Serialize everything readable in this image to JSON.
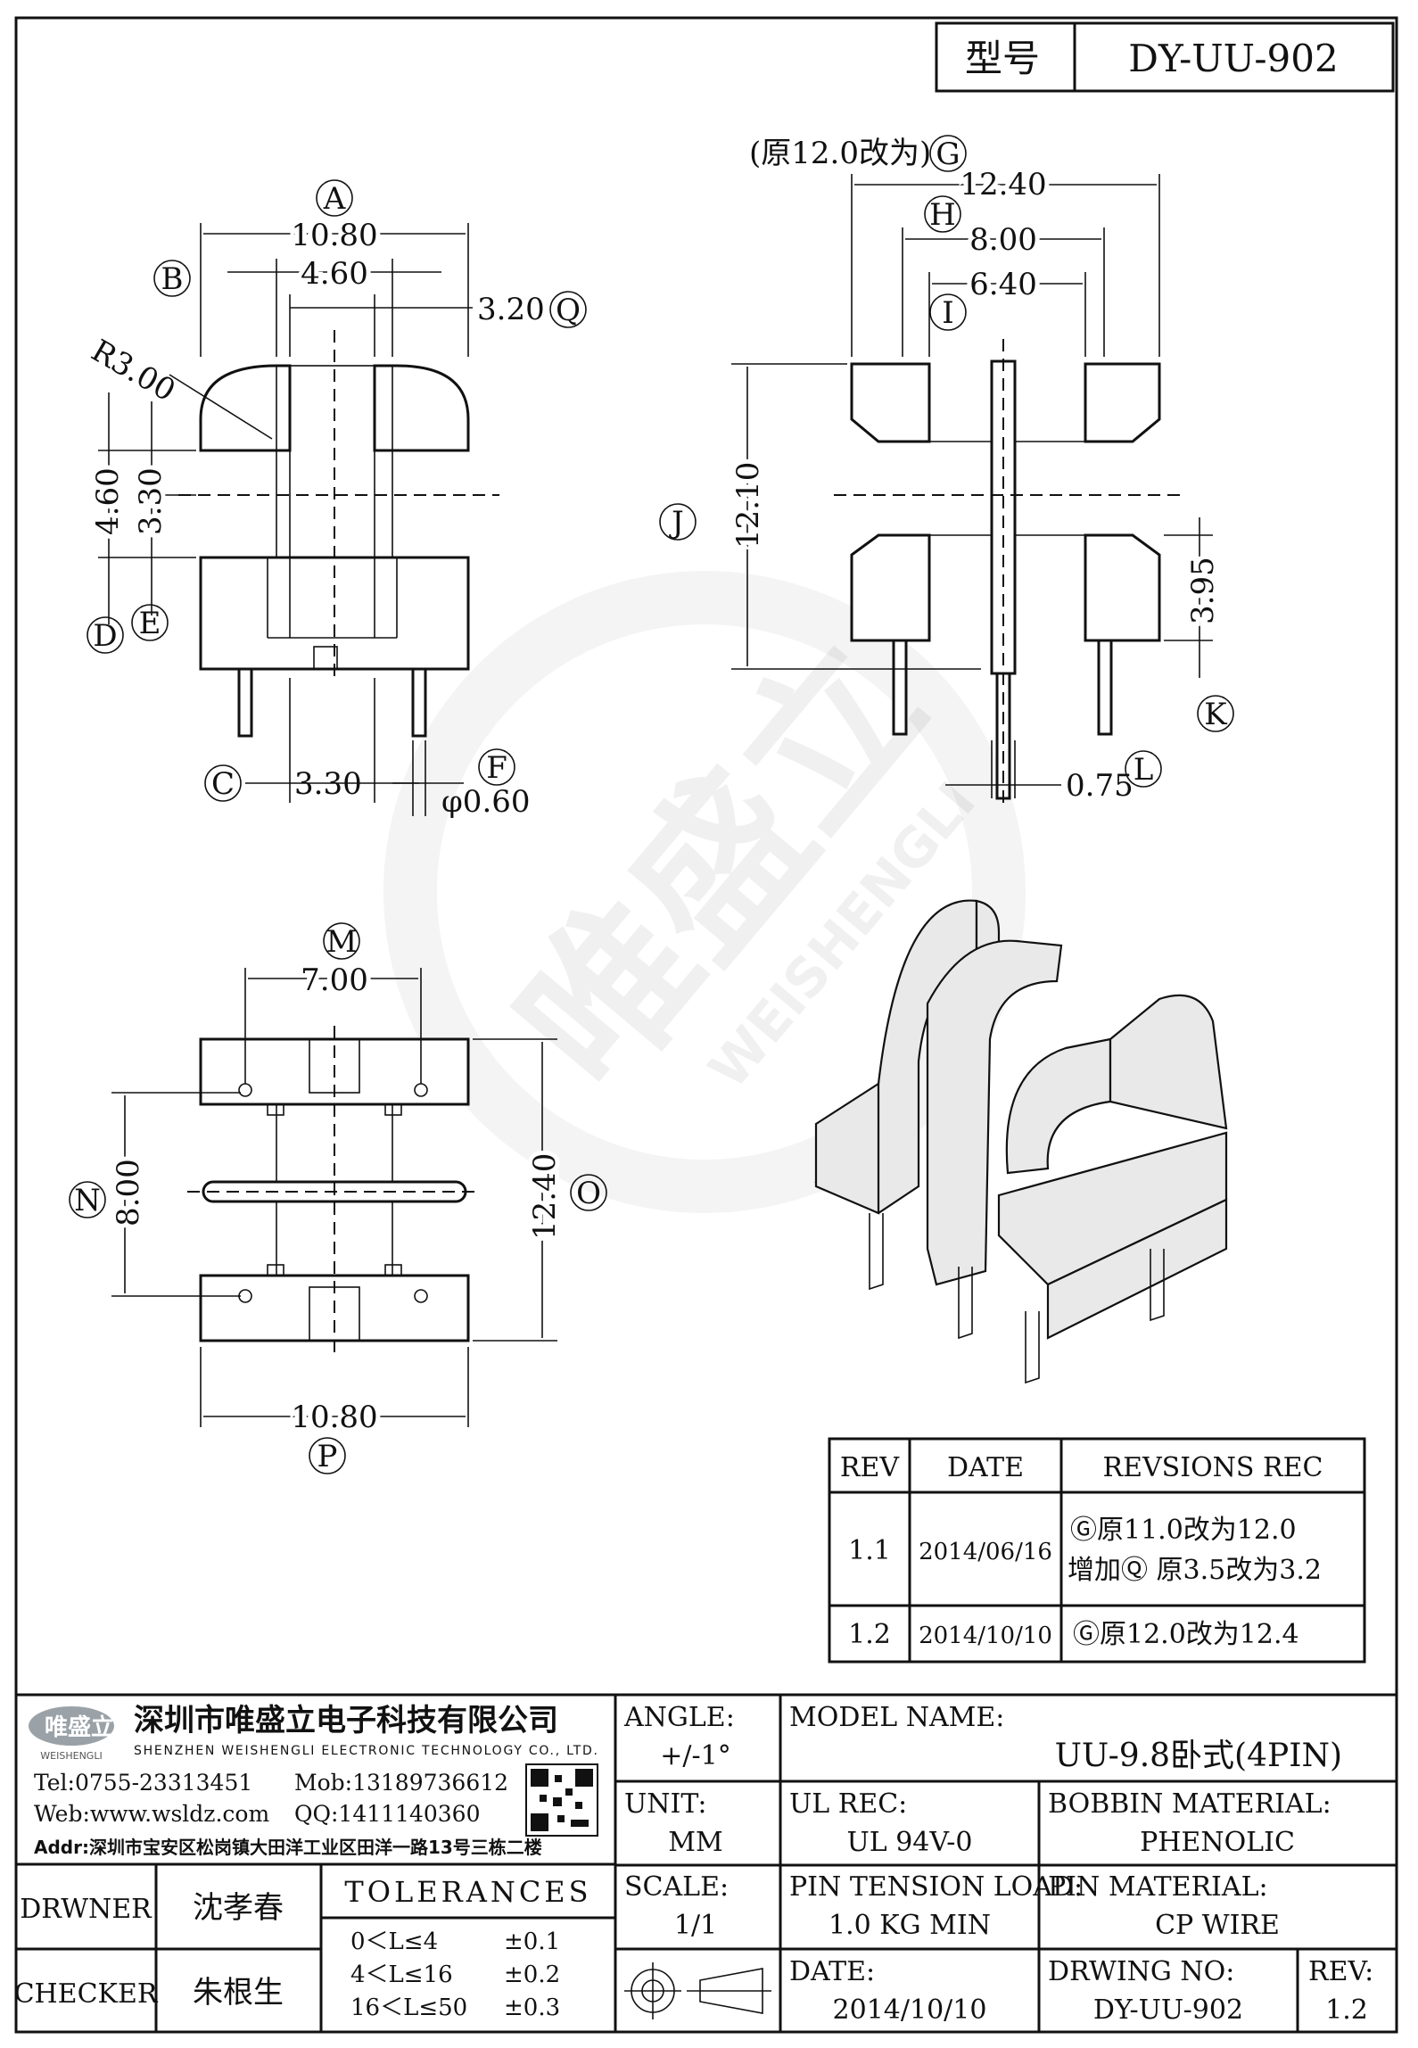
{
  "header": {
    "type_label": "型号",
    "model_code": "DY-UU-902"
  },
  "watermark": {
    "cn": "唯盛立",
    "en": "WEISHENGLI"
  },
  "dimensions": {
    "A": "10.80",
    "B": "4.60",
    "Q": "3.20",
    "R": "R3.00",
    "D": "4.60",
    "E": "3.30",
    "C": "3.30",
    "F": "φ0.60",
    "G_note": "(原12.0改为)",
    "G": "12.40",
    "H": "8.00",
    "I": "6.40",
    "J": "12.10",
    "K": "3.95",
    "L": "0.75",
    "M": "7.00",
    "N": "8.00",
    "O": "12.40",
    "P": "10.80"
  },
  "balloons": [
    "A",
    "B",
    "Q",
    "D",
    "E",
    "C",
    "F",
    "G",
    "H",
    "I",
    "J",
    "K",
    "L",
    "M",
    "N",
    "O",
    "P"
  ],
  "revisions": {
    "headers": [
      "REV",
      "DATE",
      "REVSIONS REC"
    ],
    "rows": [
      {
        "rev": "1.1",
        "date": "2014/06/16",
        "lines": [
          "Ⓖ原11.0改为12.0",
          "增加Ⓠ 原3.5改为3.2"
        ]
      },
      {
        "rev": "1.2",
        "date": "2014/10/10",
        "lines": [
          "Ⓖ原12.0改为12.4"
        ]
      }
    ]
  },
  "company": {
    "name_cn": "深圳市唯盛立电子科技有限公司",
    "name_en": "SHENZHEN WEISHENGLI ELECTRONIC TECHNOLOGY CO., LTD.",
    "logo_text": "唯盛立",
    "logo_sub": "WEISHENGLI",
    "tel": "Tel:0755-23313451",
    "mob": "Mob:13189736612",
    "web": "Web:www.wsldz.com",
    "qq": "QQ:1411140360",
    "addr": "Addr:深圳市宝安区松岗镇大田洋工业区田洋一路13号三栋二楼"
  },
  "title_block": {
    "angle_label": "ANGLE:",
    "angle_value": "+/-1°",
    "model_name_label": "MODEL NAME:",
    "model_name_value": "UU-9.8卧式(4PIN)",
    "unit_label": "UNIT:",
    "unit_value": "MM",
    "ul_rec_label": "UL REC:",
    "ul_rec_value": "UL 94V-0",
    "bobbin_label": "BOBBIN MATERIAL:",
    "bobbin_value": "PHENOLIC",
    "scale_label": "SCALE:",
    "scale_value": "1/1",
    "pin_tension_label": "PIN TENSION LOAD:",
    "pin_tension_value": "1.0 KG MIN",
    "pin_material_label": "PIN MATERIAL:",
    "pin_material_value": "CP WIRE",
    "date_label": "DATE:",
    "date_value": "2014/10/10",
    "drawing_no_label": "DRWING NO:",
    "drawing_no_value": "DY-UU-902",
    "rev_label": "REV:",
    "rev_value": "1.2",
    "drawer_label": "DRWNER",
    "drawer_value": "沈孝春",
    "checker_label": "CHECKER",
    "checker_value": "朱根生",
    "tolerances_label": "TOLERANCES",
    "tolerances": [
      {
        "range": "0＜L≤4",
        "value": "±0.1"
      },
      {
        "range": "4＜L≤16",
        "value": "±0.2"
      },
      {
        "range": "16＜L≤50",
        "value": "±0.3"
      }
    ]
  }
}
